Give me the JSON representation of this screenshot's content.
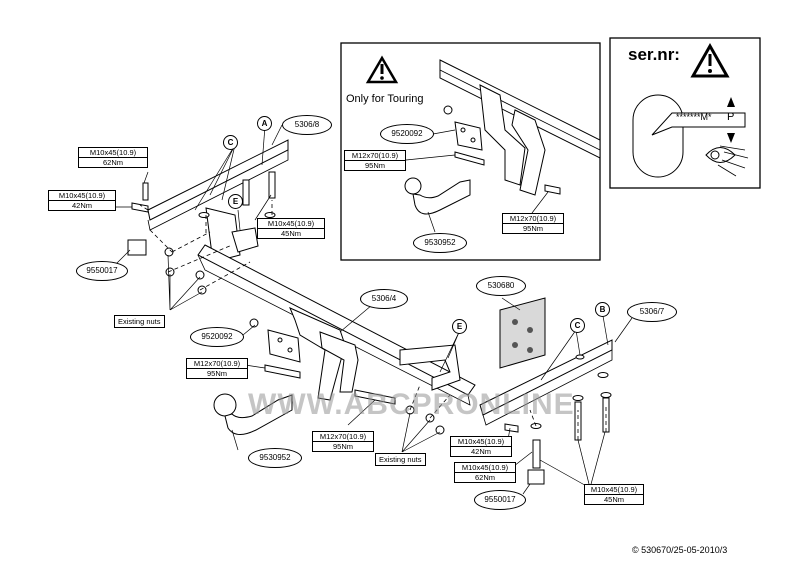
{
  "touring_note": "Only for Touring",
  "serial": {
    "title": "ser.nr:",
    "stars": "*******M*",
    "letter": "P"
  },
  "watermark": "WWW.ABCPRONLINE",
  "copyright": "© 530670/25-05-2010/3",
  "part_numbers": {
    "crossbar_left": "5306/8",
    "main_beam": "5306/4",
    "crossbar_right": "5306/7",
    "bracket": "530680",
    "socket_plate_inset": "9520092",
    "socket_plate_main": "9520092",
    "ball_inset": "9530952",
    "ball_main": "9530952",
    "spacer_left": "9550017",
    "spacer_right": "9550017"
  },
  "letters": {
    "a": "A",
    "b": "B",
    "c1": "C",
    "c2": "C",
    "e1": "E",
    "e2": "E"
  },
  "existing_nuts": {
    "left": "Existing nuts",
    "center": "Existing nuts"
  },
  "specs": {
    "left_upper": {
      "bolt": "M10x45(10.9)",
      "torque": "62Nm"
    },
    "left_lower": {
      "bolt": "M10x45(10.9)",
      "torque": "42Nm"
    },
    "left_mid": {
      "bolt": "M10x45(10.9)",
      "torque": "45Nm"
    },
    "inset_left": {
      "bolt": "M12x70(10.9)",
      "torque": "95Nm"
    },
    "inset_right": {
      "bolt": "M12x70(10.9)",
      "torque": "95Nm"
    },
    "main_left": {
      "bolt": "M12x70(10.9)",
      "torque": "95Nm"
    },
    "main_center": {
      "bolt": "M12x70(10.9)",
      "torque": "95Nm"
    },
    "right_upper": {
      "bolt": "M10x45(10.9)",
      "torque": "42Nm"
    },
    "right_lower": {
      "bolt": "M10x45(10.9)",
      "torque": "62Nm"
    },
    "right_far": {
      "bolt": "M10x45(10.9)",
      "torque": "45Nm"
    }
  },
  "colors": {
    "line": "#000000",
    "background": "#ffffff",
    "watermark": "#969696"
  }
}
